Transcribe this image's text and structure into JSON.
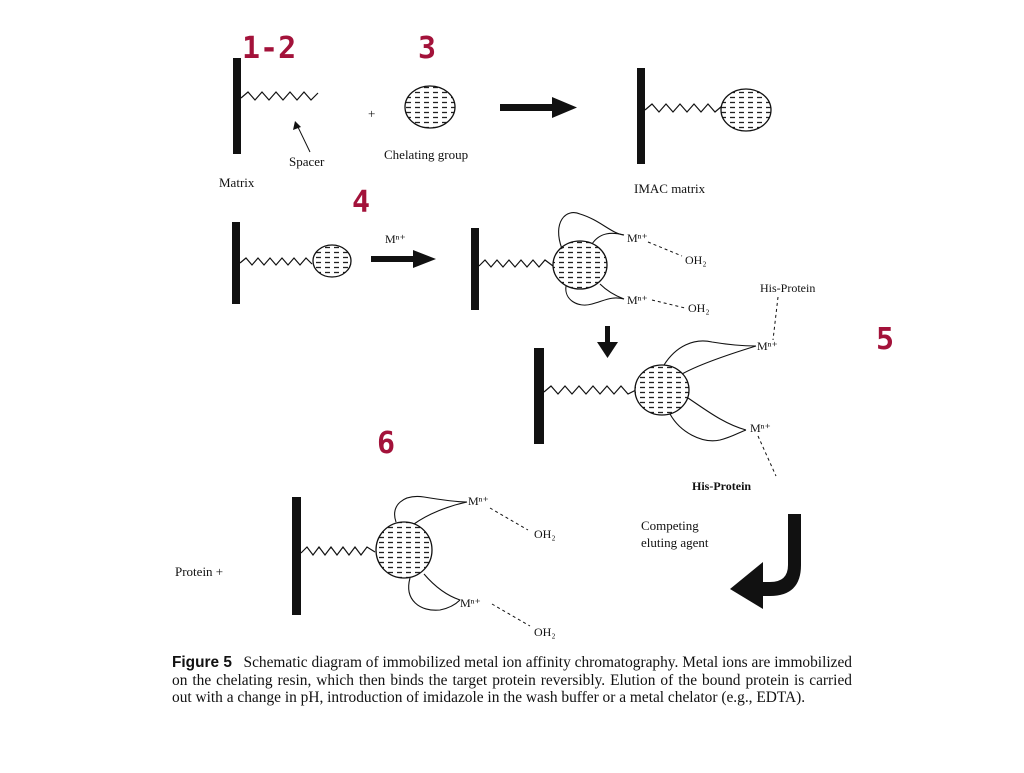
{
  "colors": {
    "step_label": "#a3123a",
    "ink": "#111111"
  },
  "step_labels": {
    "s12": "1-2",
    "s3": "3",
    "s4": "4",
    "s5": "5",
    "s6": "6"
  },
  "labels": {
    "matrix": "Matrix",
    "spacer": "Spacer",
    "plus": "+",
    "chelating_group": "Chelating group",
    "imac_matrix": "IMAC matrix",
    "metal_ion_reagent": "Mⁿ⁺",
    "metal_ion": "Mⁿ⁺",
    "water": "OH₂",
    "his_protein": "His-Protein",
    "his_protein_bold": "His-Protein",
    "competing_agent_line1": "Competing",
    "competing_agent_line2": "eluting agent",
    "protein_plus": "Protein  +"
  },
  "caption": {
    "figure_label": "Figure 5",
    "text": "Schematic diagram of immobilized metal ion affinity chromatography. Metal ions are immobilized on the chelating resin, which then binds the target protein reversibly. Elution of the bound protein is carried out with a change in pH, introduction of imidazole in the wash buffer or a metal chelator (e.g., EDTA)."
  }
}
